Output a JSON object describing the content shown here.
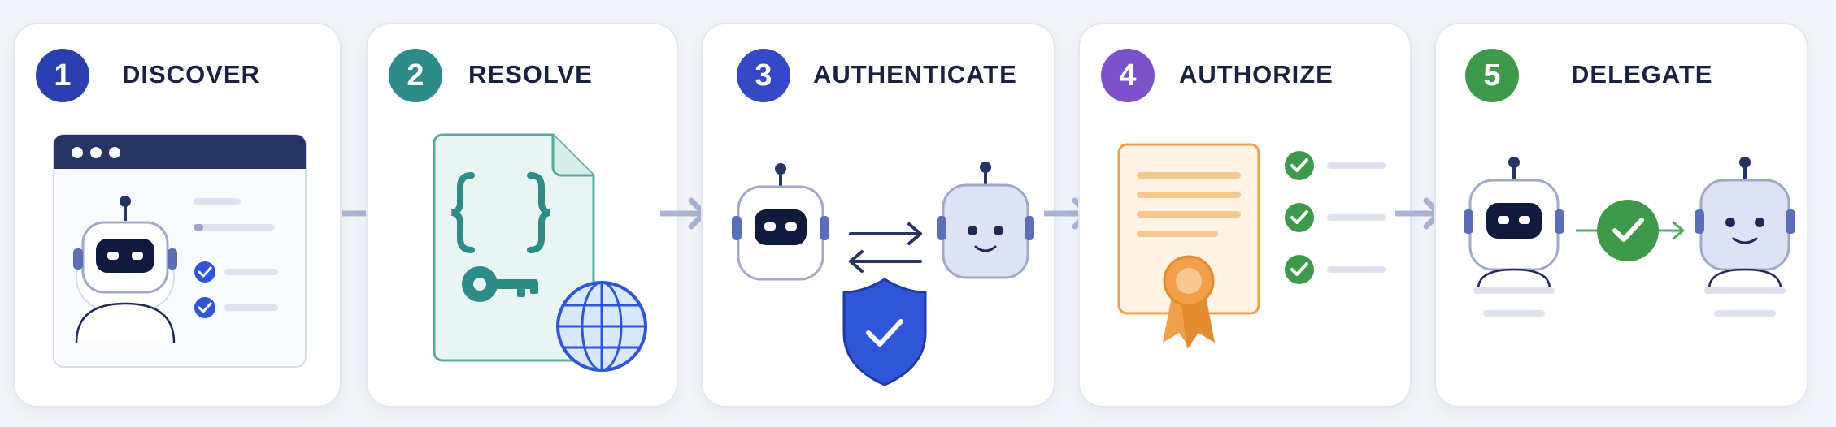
{
  "steps": [
    {
      "number": "1",
      "title": "DISCOVER",
      "color": "#2b3fb0"
    },
    {
      "number": "2",
      "title": "RESOLVE",
      "color": "#2e8c88"
    },
    {
      "number": "3",
      "title": "AUTHENTICATE",
      "color": "#3549c7"
    },
    {
      "number": "4",
      "title": "AUTHORIZE",
      "color": "#7b52c9"
    },
    {
      "number": "5",
      "title": "DELEGATE",
      "color": "#3e9a4a"
    }
  ],
  "icons": {
    "step1": [
      "browser-window-icon",
      "robot-icon",
      "checklist-icon"
    ],
    "step2": [
      "document-icon",
      "curly-braces-icon",
      "key-icon",
      "globe-icon"
    ],
    "step3": [
      "robot-icon",
      "robot-icon",
      "exchange-arrows-icon",
      "shield-check-icon"
    ],
    "step4": [
      "certificate-icon",
      "ribbon-seal-icon",
      "check-icon"
    ],
    "step5": [
      "robot-icon",
      "robot-icon",
      "check-circle-icon"
    ],
    "flow": "arrow-right-icon"
  },
  "colors": {
    "navy": "#1f2a52",
    "arrow": "#a9b4d4",
    "card_border": "#e3e7f1",
    "orange": "#f0a04b",
    "green": "#3e9a4a",
    "teal": "#2e8c88",
    "blue": "#2f56d8"
  }
}
